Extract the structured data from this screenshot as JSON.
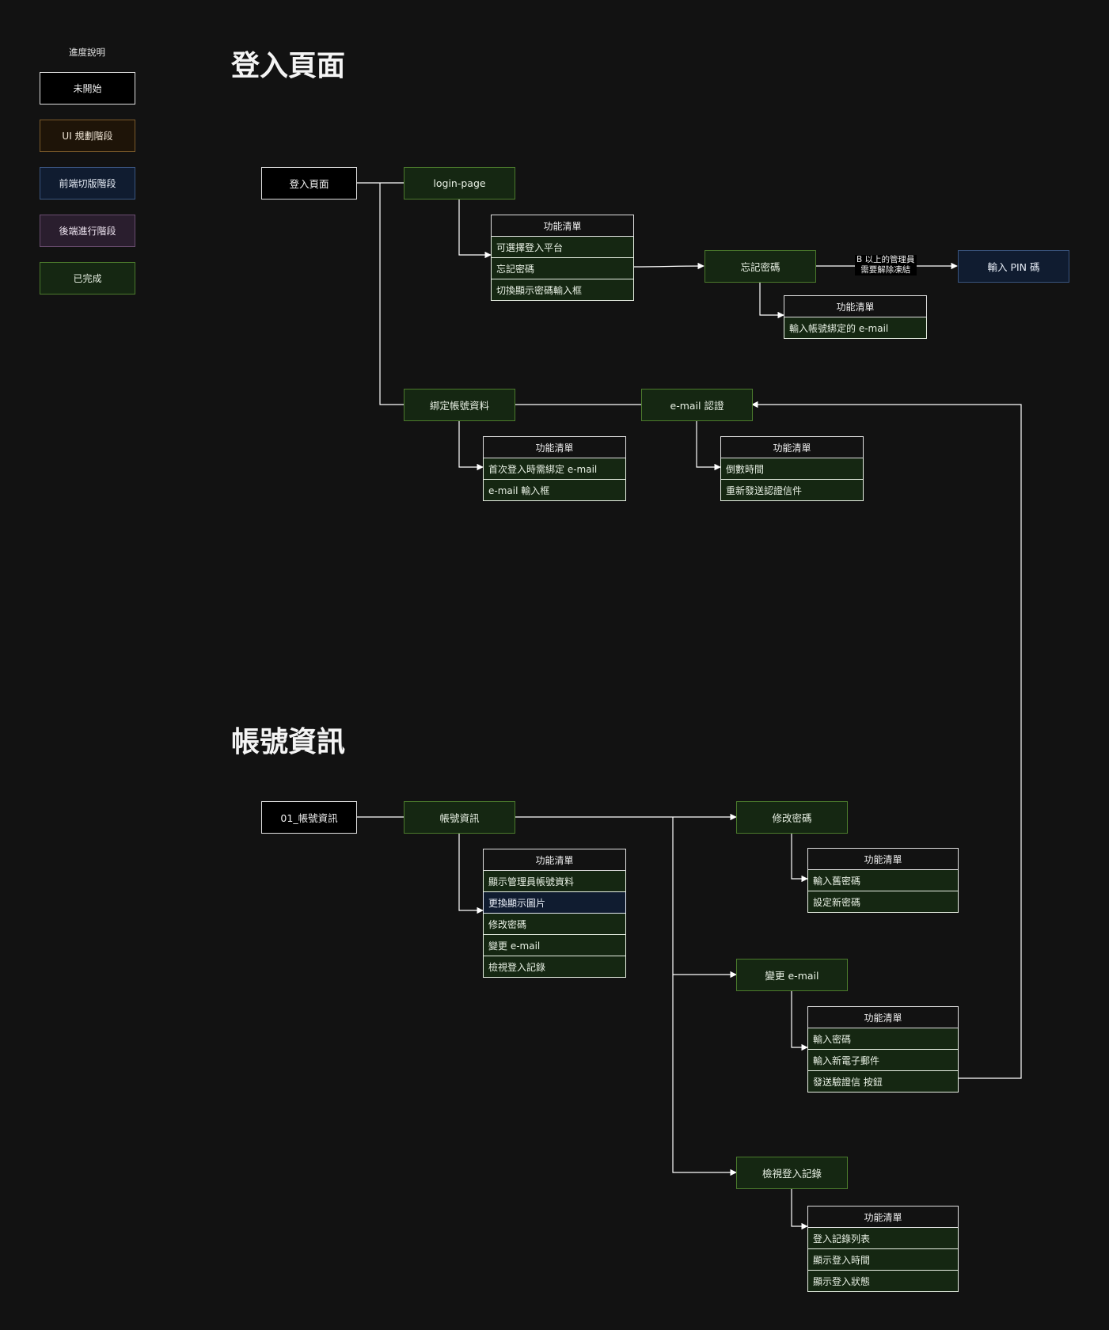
{
  "legend": {
    "title": "進度說明",
    "items": [
      {
        "label": "未開始",
        "status": "notstarted"
      },
      {
        "label": "UI 規劃階段",
        "status": "ui"
      },
      {
        "label": "前端切版階段",
        "status": "frontend"
      },
      {
        "label": "後端進行階段",
        "status": "backend"
      },
      {
        "label": "已完成",
        "status": "done"
      }
    ]
  },
  "status_colors": {
    "notstarted": {
      "fill": "#000000",
      "stroke": "#e0e0e0"
    },
    "ui": {
      "fill": "#1e1408",
      "stroke": "#7a5a2a"
    },
    "frontend": {
      "fill": "#101c30",
      "stroke": "#3a5580"
    },
    "backend": {
      "fill": "#2a1e2e",
      "stroke": "#6a4d70"
    },
    "done": {
      "fill": "#152712",
      "stroke": "#4b7a2c"
    }
  },
  "sections": {
    "login_title": "登入頁面",
    "account_title": "帳號資訊"
  },
  "login": {
    "root": {
      "label": "登入頁面",
      "status": "notstarted"
    },
    "page": {
      "label": "login-page",
      "status": "done"
    },
    "page_features": {
      "header": "功能清單",
      "items": [
        {
          "label": "可選擇登入平台",
          "status": "done"
        },
        {
          "label": "忘記密碼",
          "status": "done"
        },
        {
          "label": "切換顯示密碼輸入框",
          "status": "done"
        }
      ]
    },
    "forgot": {
      "label": "忘記密碼",
      "status": "done"
    },
    "forgot_edge_label": [
      "B 以上的管理員",
      "需要解除凍結"
    ],
    "forgot_features": {
      "header": "功能清單",
      "items": [
        {
          "label": "輸入帳號綁定的 e-mail",
          "status": "done"
        }
      ]
    },
    "pin": {
      "label": "輸入 PIN 碼",
      "status": "frontend"
    },
    "bind": {
      "label": "綁定帳號資料",
      "status": "done"
    },
    "bind_features": {
      "header": "功能清單",
      "items": [
        {
          "label": "首次登入時需綁定 e-mail",
          "status": "done"
        },
        {
          "label": "e-mail 輸入框",
          "status": "done"
        }
      ]
    },
    "verify": {
      "label": "e-mail 認證",
      "status": "done"
    },
    "verify_features": {
      "header": "功能清單",
      "items": [
        {
          "label": "倒數時間",
          "status": "done"
        },
        {
          "label": "重新發送認證信件",
          "status": "done"
        }
      ]
    }
  },
  "account": {
    "root": {
      "label": "01_帳號資訊",
      "status": "notstarted"
    },
    "info": {
      "label": "帳號資訊",
      "status": "done"
    },
    "info_features": {
      "header": "功能清單",
      "items": [
        {
          "label": "顯示管理員帳號資料",
          "status": "done"
        },
        {
          "label": "更換顯示圖片",
          "status": "frontend"
        },
        {
          "label": "修改密碼",
          "status": "done"
        },
        {
          "label": "變更 e-mail",
          "status": "done"
        },
        {
          "label": "檢視登入記錄",
          "status": "done"
        }
      ]
    },
    "change_pw": {
      "label": "修改密碼",
      "status": "done"
    },
    "change_pw_features": {
      "header": "功能清單",
      "items": [
        {
          "label": "輸入舊密碼",
          "status": "done"
        },
        {
          "label": "設定新密碼",
          "status": "done"
        }
      ]
    },
    "change_email": {
      "label": "變更 e-mail",
      "status": "done"
    },
    "change_email_features": {
      "header": "功能清單",
      "items": [
        {
          "label": "輸入密碼",
          "status": "done"
        },
        {
          "label": "輸入新電子郵件",
          "status": "done"
        },
        {
          "label": "發送驗證信 按鈕",
          "status": "done"
        }
      ]
    },
    "login_log": {
      "label": "檢視登入記錄",
      "status": "done"
    },
    "login_log_features": {
      "header": "功能清單",
      "items": [
        {
          "label": "登入記錄列表",
          "status": "done"
        },
        {
          "label": "顯示登入時間",
          "status": "done"
        },
        {
          "label": "顯示登入狀態",
          "status": "done"
        }
      ]
    }
  }
}
